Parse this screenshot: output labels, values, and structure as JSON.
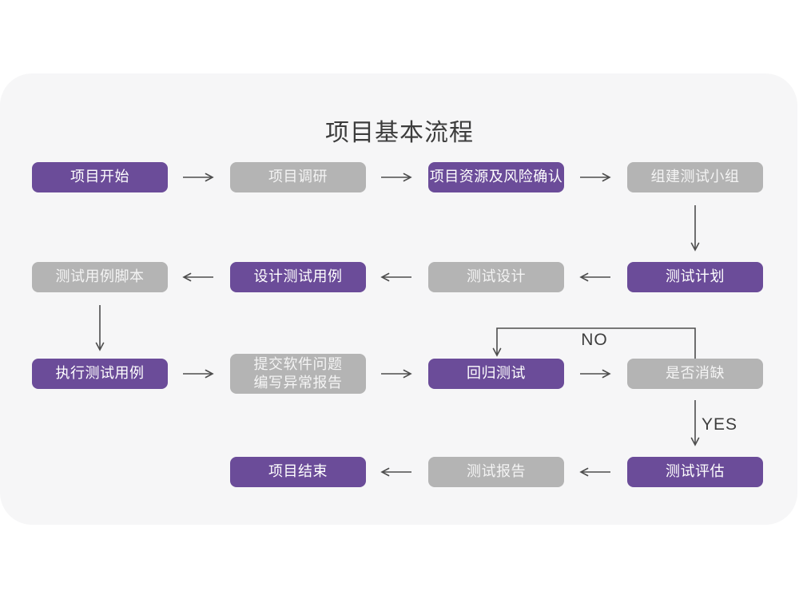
{
  "title": "项目基本流程",
  "decision_labels": {
    "no": "NO",
    "yes": "YES"
  },
  "colors": {
    "node_purple": "#6b4c99",
    "node_gray": "#b4b4b4",
    "card_background": "#f6f6f7",
    "connector": "#4d4d4d",
    "title_text": "#3c3c3c",
    "node_text": "#ffffff"
  },
  "nodes": [
    {
      "label": "项目开始",
      "variant": "purple"
    },
    {
      "label": "项目调研",
      "variant": "gray"
    },
    {
      "label": "项目资源及风险确认",
      "variant": "purple"
    },
    {
      "label": "组建测试小组",
      "variant": "gray"
    },
    {
      "label": "测试计划",
      "variant": "purple"
    },
    {
      "label": "测试设计",
      "variant": "gray"
    },
    {
      "label": "设计测试用例",
      "variant": "purple"
    },
    {
      "label": "测试用例脚本",
      "variant": "gray"
    },
    {
      "label": "执行测试用例",
      "variant": "purple"
    },
    {
      "label": "提交软件问题\n编写异常报告",
      "variant": "gray"
    },
    {
      "label": "回归测试",
      "variant": "purple"
    },
    {
      "label": "是否消缺",
      "variant": "gray"
    },
    {
      "label": "测试评估",
      "variant": "purple"
    },
    {
      "label": "测试报告",
      "variant": "gray"
    },
    {
      "label": "项目结束",
      "variant": "purple"
    }
  ]
}
